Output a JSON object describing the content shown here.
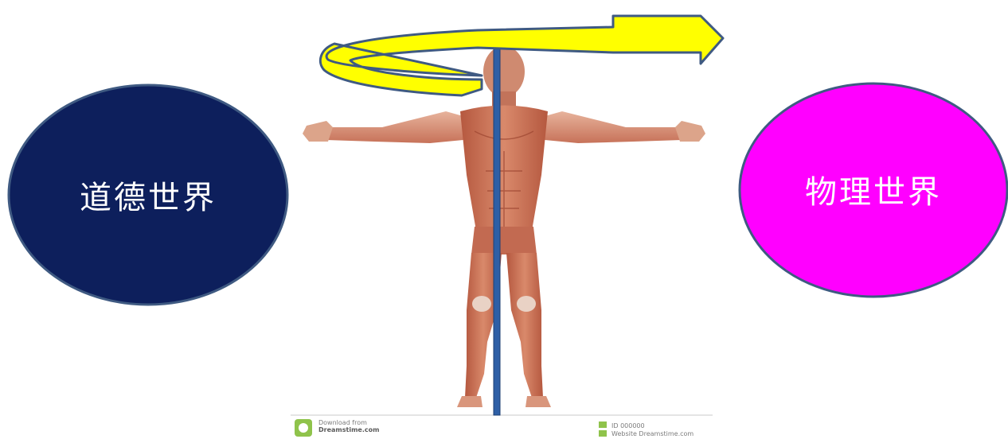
{
  "diagram": {
    "left_node": {
      "label": "道德世界",
      "fill_color": "#0d1f5c",
      "stroke_color": "#3f5a82"
    },
    "right_node": {
      "label": "物理世界",
      "fill_color": "#ff00ff",
      "stroke_color": "#3f5a82"
    },
    "arrow": {
      "fill_color": "#ffff00",
      "stroke_color": "#3f5a82"
    },
    "axis_pole": {
      "color": "#2e5fa6"
    },
    "center_image": {
      "subject": "anatomical-human-figure",
      "watermark": {
        "download_text": "Download from",
        "brand": "Dreamstime.com",
        "stock_id": "ID 000000",
        "site": "Website Dreamstime.com"
      }
    }
  }
}
